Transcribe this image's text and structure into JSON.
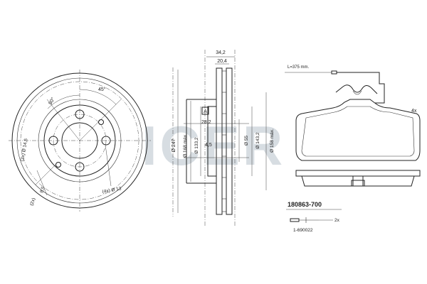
{
  "watermark": "ICER",
  "disc_front": {
    "angle_45": "45°",
    "angle_90": "90°",
    "holes_14_5": "(2x) Ø 14,5",
    "holes_13": "(4x) Ø 13",
    "dim_8_5": "8,5",
    "holes_bottom": "(2x)"
  },
  "disc_section": {
    "total_width": "34,2",
    "thickness": "20,4",
    "min_thickness": "28,2",
    "marker": "A",
    "offset": "4,5",
    "d_247": "Ø 247",
    "d_168_max": "Ø 168 máx.",
    "d_133_2": "Ø 133,2",
    "d_55": "Ø 55",
    "d_143_2": "Ø 143,2",
    "d_158_max": "Ø 158 máx."
  },
  "pads": {
    "wire_length": "L=375 mm.",
    "quantity": "4x"
  },
  "kit": {
    "code": "180863-700",
    "accessory_qty": "2x",
    "accessory_code": "1-690022"
  }
}
